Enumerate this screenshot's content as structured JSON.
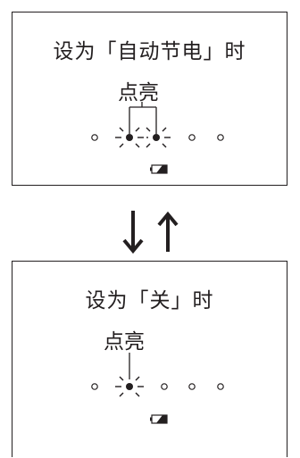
{
  "modes": [
    {
      "title": "设为「自动节电」时",
      "callout": "点亮",
      "indicators": [
        "off",
        "lit",
        "lit",
        "off",
        "off"
      ]
    },
    {
      "title": "设为「关」时",
      "callout": "点亮",
      "indicators": [
        "off",
        "lit",
        "off",
        "off",
        "off"
      ]
    }
  ],
  "icons": {
    "transition": "up-down-arrows-icon",
    "status": "battery-icon"
  },
  "colors": {
    "ink": "#231f20",
    "background": "#ffffff"
  }
}
